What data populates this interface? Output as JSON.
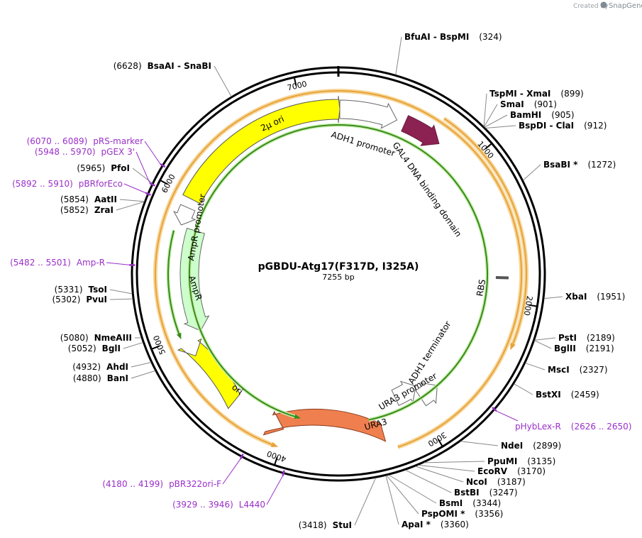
{
  "credit": {
    "prefix": "Created by",
    "brand": "SnapGene"
  },
  "plasmid": {
    "name": "pGBDU-Atg17(F317D, I325A)",
    "length_label": "7255 bp",
    "length": 7255
  },
  "ticks": [
    {
      "bp": 1000,
      "label": "1000"
    },
    {
      "bp": 2000,
      "label": "2000"
    },
    {
      "bp": 3000,
      "label": "3000"
    },
    {
      "bp": 4000,
      "label": "4000"
    },
    {
      "bp": 5000,
      "label": "5000"
    },
    {
      "bp": 6000,
      "label": "6000"
    },
    {
      "bp": 7000,
      "label": "7000"
    }
  ],
  "enzymes": [
    {
      "text": "BfuAI  - BspMI",
      "pos": "(324)",
      "bp": 324,
      "side": "right"
    },
    {
      "text": "TspMI  - XmaI",
      "pos": "(899)",
      "bp": 899,
      "side": "right"
    },
    {
      "text": "SmaI",
      "pos": "(901)",
      "bp": 901,
      "side": "right"
    },
    {
      "text": "BamHI",
      "pos": "(905)",
      "bp": 905,
      "side": "right"
    },
    {
      "text": "BspDI  - ClaI",
      "pos": "(912)",
      "bp": 912,
      "side": "right"
    },
    {
      "text": "BsaBI *",
      "pos": "(1272)",
      "bp": 1272,
      "side": "right"
    },
    {
      "text": "XbaI",
      "pos": "(1951)",
      "bp": 1951,
      "side": "right"
    },
    {
      "text": "PstI",
      "pos": "(2189)",
      "bp": 2189,
      "side": "right"
    },
    {
      "text": "BglII",
      "pos": "(2191)",
      "bp": 2191,
      "side": "right"
    },
    {
      "text": "MscI",
      "pos": "(2327)",
      "bp": 2327,
      "side": "right"
    },
    {
      "text": "BstXI",
      "pos": "(2459)",
      "bp": 2459,
      "side": "right"
    },
    {
      "text": "NdeI",
      "pos": "(2899)",
      "bp": 2899,
      "side": "right"
    },
    {
      "text": "PpuMI",
      "pos": "(3135)",
      "bp": 3135,
      "side": "right"
    },
    {
      "text": "EcoRV",
      "pos": "(3170)",
      "bp": 3170,
      "side": "right"
    },
    {
      "text": "NcoI",
      "pos": "(3187)",
      "bp": 3187,
      "side": "right"
    },
    {
      "text": "BstBI",
      "pos": "(3247)",
      "bp": 3247,
      "side": "right"
    },
    {
      "text": "BsmI",
      "pos": "(3344)",
      "bp": 3344,
      "side": "right"
    },
    {
      "text": "PspOMI *",
      "pos": "(3356)",
      "bp": 3356,
      "side": "right"
    },
    {
      "text": "ApaI *",
      "pos": "(3360)",
      "bp": 3360,
      "side": "right"
    },
    {
      "text": "StuI",
      "pos": "(3418)",
      "bp": 3418,
      "side": "left"
    },
    {
      "text": "BanI",
      "pos": "(4880)",
      "bp": 4880,
      "side": "left"
    },
    {
      "text": "AhdI",
      "pos": "(4932)",
      "bp": 4932,
      "side": "left"
    },
    {
      "text": "BglI",
      "pos": "(5052)",
      "bp": 5052,
      "side": "left"
    },
    {
      "text": "NmeAIII",
      "pos": "(5080)",
      "bp": 5080,
      "side": "left"
    },
    {
      "text": "PvuI",
      "pos": "(5302)",
      "bp": 5302,
      "side": "left"
    },
    {
      "text": "TsoI",
      "pos": "(5331)",
      "bp": 5331,
      "side": "left"
    },
    {
      "text": "ZraI",
      "pos": "(5852)",
      "bp": 5852,
      "side": "left"
    },
    {
      "text": "AatII",
      "pos": "(5854)",
      "bp": 5854,
      "side": "left"
    },
    {
      "text": "PfoI",
      "pos": "(5965)",
      "bp": 5965,
      "side": "left"
    },
    {
      "text": "BsaAI  - SnaBI",
      "pos": "(6628)",
      "bp": 6628,
      "side": "left"
    }
  ],
  "primers": [
    {
      "text": "pHybLex-R",
      "range": "(2626 .. 2650)",
      "bp": 2638,
      "side": "right"
    },
    {
      "text": "pBR322ori-F",
      "range": "(4180 .. 4199)",
      "bp": 4190,
      "side": "left"
    },
    {
      "text": "L4440",
      "range": "(3929 .. 3946)",
      "bp": 3938,
      "side": "left"
    },
    {
      "text": "Amp-R",
      "range": "(5482 .. 5501)",
      "bp": 5491,
      "side": "left"
    },
    {
      "text": "pBRforEco",
      "range": "(5892 .. 5910)",
      "bp": 5901,
      "side": "left"
    },
    {
      "text": "pGEX 3'",
      "range": "(5948 .. 5970)",
      "bp": 5959,
      "side": "left"
    },
    {
      "text": "pRS-marker",
      "range": "(6070 .. 6089)",
      "bp": 6080,
      "side": "left"
    }
  ],
  "features": [
    {
      "name": "2µ ori",
      "color": "#ffff00"
    },
    {
      "name": "ADH1 promoter",
      "color": "#ffffff"
    },
    {
      "name": "GAL4 DNA binding domain",
      "color": "#8b2252"
    },
    {
      "name": "RBS",
      "color": "#cccccc"
    },
    {
      "name": "ADH1 terminator",
      "color": "#ffffff"
    },
    {
      "name": "URA3 promoter",
      "color": "#ffffff"
    },
    {
      "name": "URA3",
      "color": "#f07f4f"
    },
    {
      "name": "ori",
      "color": "#ffff00"
    },
    {
      "name": "AmpR promoter",
      "color": "#ffffff"
    },
    {
      "name": "AmpR",
      "color": "#ccffcc"
    }
  ],
  "colors": {
    "orf_outline": "#e8a33a",
    "orf_glow": "#f7d79b",
    "green_orf": "#3a8a1a",
    "primer": "#9a2fc9"
  }
}
